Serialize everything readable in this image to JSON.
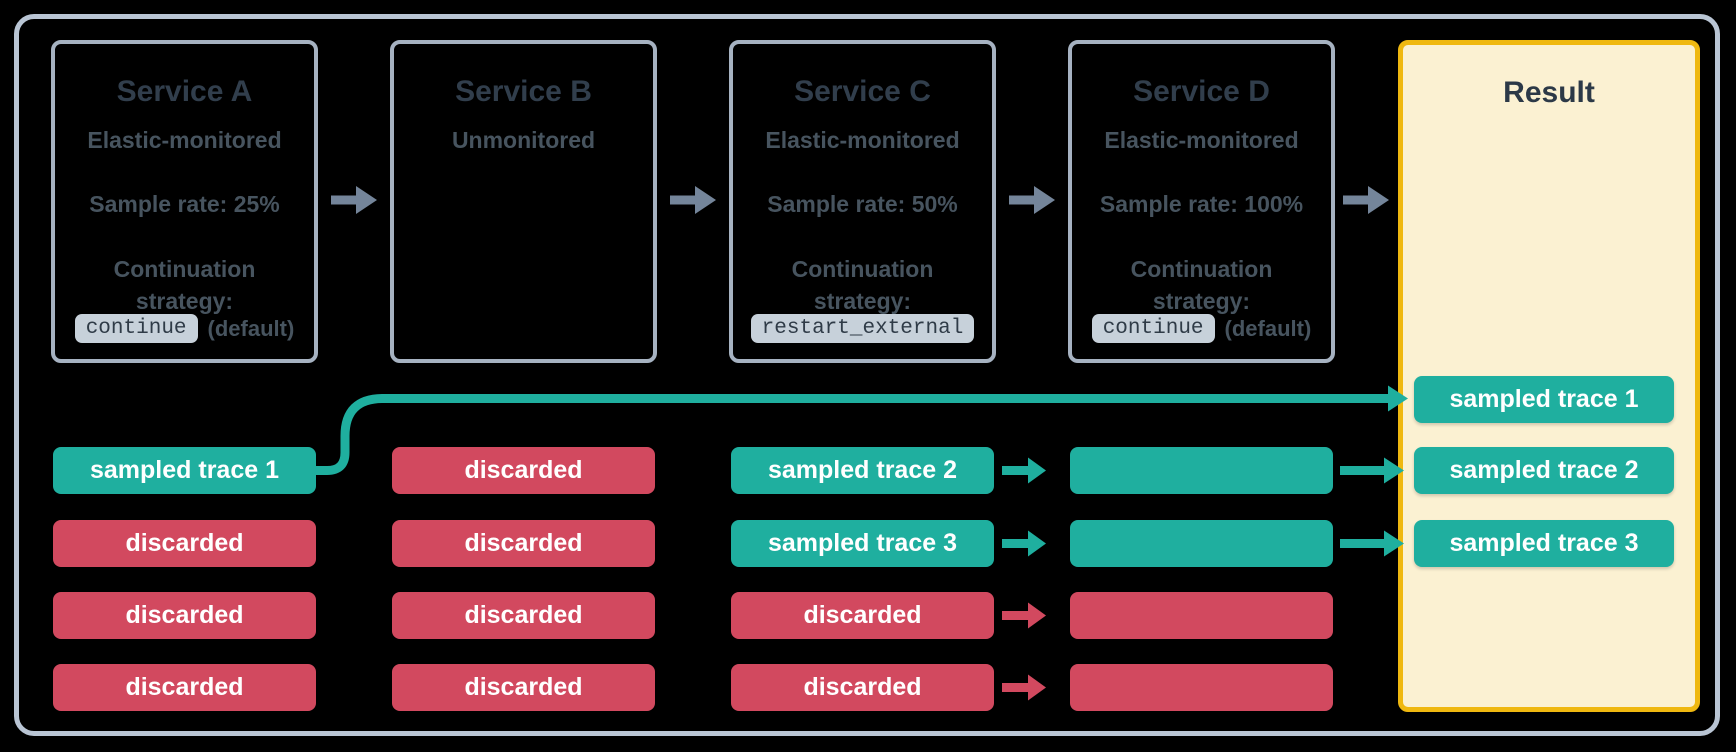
{
  "diagram": {
    "services": [
      {
        "title": "Service A",
        "monitoring": "Elastic-monitored",
        "sample_rate": "Sample rate: 25%",
        "continuation_line1": "Continuation",
        "continuation_line2": "strategy:",
        "strategy_chip": "continue",
        "strategy_suffix": "(default)"
      },
      {
        "title": "Service B",
        "monitoring": "Unmonitored"
      },
      {
        "title": "Service C",
        "monitoring": "Elastic-monitored",
        "sample_rate": "Sample rate: 50%",
        "continuation_line1": "Continuation",
        "continuation_line2": "strategy:",
        "strategy_chip": "restart_external"
      },
      {
        "title": "Service D",
        "monitoring": "Elastic-monitored",
        "sample_rate": "Sample rate: 100%",
        "continuation_line1": "Continuation",
        "continuation_line2": "strategy:",
        "strategy_chip": "continue",
        "strategy_suffix": "(default)"
      }
    ],
    "lanes": [
      {
        "service": "Service A",
        "pills": [
          {
            "label": "sampled trace 1",
            "kind": "sampled"
          },
          {
            "label": "discarded",
            "kind": "discarded"
          },
          {
            "label": "discarded",
            "kind": "discarded"
          },
          {
            "label": "discarded",
            "kind": "discarded"
          }
        ]
      },
      {
        "service": "Service B",
        "pills": [
          {
            "label": "discarded",
            "kind": "discarded"
          },
          {
            "label": "discarded",
            "kind": "discarded"
          },
          {
            "label": "discarded",
            "kind": "discarded"
          },
          {
            "label": "discarded",
            "kind": "discarded"
          }
        ]
      },
      {
        "service": "Service C",
        "pills": [
          {
            "label": "sampled trace 2",
            "kind": "sampled"
          },
          {
            "label": "sampled trace 3",
            "kind": "sampled"
          },
          {
            "label": "discarded",
            "kind": "discarded"
          },
          {
            "label": "discarded",
            "kind": "discarded"
          }
        ]
      },
      {
        "service": "Service D",
        "pills": [
          {
            "label": "",
            "kind": "sampled"
          },
          {
            "label": "",
            "kind": "sampled"
          },
          {
            "label": "",
            "kind": "discarded"
          },
          {
            "label": "",
            "kind": "discarded"
          }
        ]
      }
    ],
    "result": {
      "title": "Result",
      "pills": [
        "sampled trace 1",
        "sampled trace 2",
        "sampled trace 3"
      ]
    },
    "colors": {
      "sampled_teal": "#1faf9f",
      "discarded_red": "#d2495f",
      "result_fill": "#fbf1d2",
      "result_border": "#efb810",
      "service_border": "#a6b2c1",
      "outer_border": "#b9c5d4",
      "title_text": "#313e4c",
      "body_text": "#47545f",
      "chip_bg": "#c7d1da",
      "flow_arrow_gray": "#74859a"
    }
  }
}
